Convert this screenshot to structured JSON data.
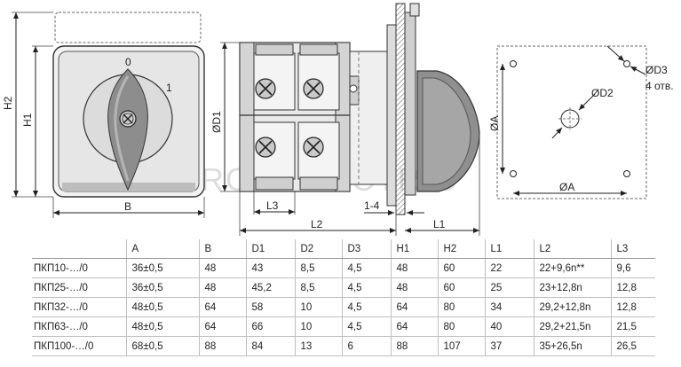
{
  "watermark": "ROS ELECTRIC",
  "front_view": {
    "dim_width": "B",
    "dim_height_outer": "H2",
    "dim_height_inner": "H1",
    "pos_0": "0",
    "pos_1": "1"
  },
  "side_view": {
    "dim_d1": "ØD1",
    "dim_l3": "L3",
    "dim_l2": "L2",
    "dim_panel": "1-4",
    "dim_l1": "L1"
  },
  "mount_view": {
    "dim_d3": "ØD3",
    "holes_note": "4 отв.",
    "dim_d2": "ØD2",
    "dim_a_vertical": "ØA",
    "dim_a_horizontal": "ØA"
  },
  "table": {
    "headers": [
      "",
      "A",
      "B",
      "D1",
      "D2",
      "D3",
      "H1",
      "H2",
      "L1",
      "L2",
      "L3"
    ],
    "rows": [
      [
        "ПКП10-…/0",
        "36±0,5",
        "48",
        "43",
        "8,5",
        "4,5",
        "48",
        "60",
        "22",
        "22+9,6n**",
        "9,6"
      ],
      [
        "ПКП25-…/0",
        "36±0,5",
        "48",
        "45,2",
        "8,5",
        "4,5",
        "48",
        "60",
        "25",
        "23+12,8n",
        "12,8"
      ],
      [
        "ПКП32-…/0",
        "48±0,5",
        "64",
        "58",
        "10",
        "4,5",
        "64",
        "80",
        "34",
        "29,2+12,8n",
        "12,8"
      ],
      [
        "ПКП63-…/0",
        "48±0,5",
        "64",
        "66",
        "10",
        "4,5",
        "64",
        "80",
        "40",
        "29,2+21,5n",
        "21,5"
      ],
      [
        "ПКП100-…/0",
        "68±0,5",
        "88",
        "84",
        "13",
        "6",
        "88",
        "107",
        "37",
        "35+26,5n",
        "26,5"
      ]
    ]
  }
}
